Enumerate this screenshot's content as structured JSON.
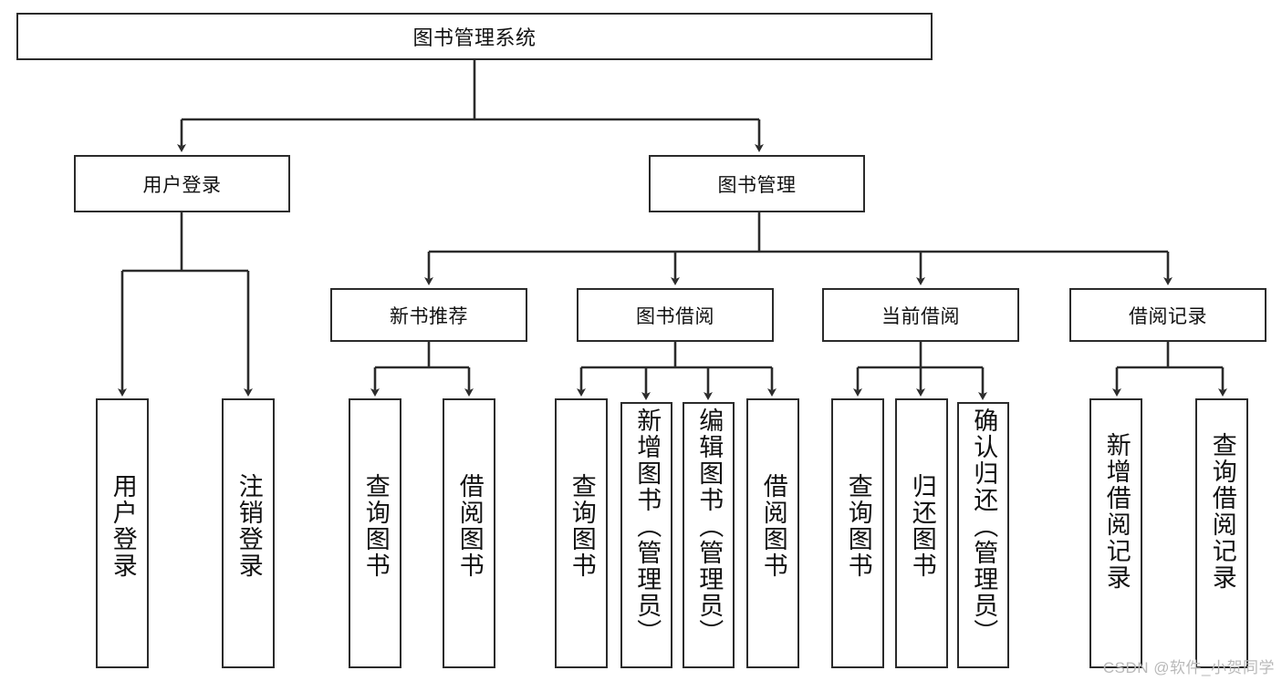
{
  "diagram": {
    "title": "图书管理系统",
    "type": "hierarchy-tree",
    "root": {
      "id": "root",
      "label": "图书管理系统",
      "orientation": "horizontal"
    },
    "level2": [
      {
        "id": "user-login",
        "label": "用户登录",
        "orientation": "horizontal"
      },
      {
        "id": "book-manage",
        "label": "图书管理",
        "orientation": "horizontal"
      }
    ],
    "level3": [
      {
        "id": "new-book-recommend",
        "label": "新书推荐",
        "orientation": "horizontal",
        "parent": "book-manage"
      },
      {
        "id": "book-borrow",
        "label": "图书借阅",
        "orientation": "horizontal",
        "parent": "book-manage"
      },
      {
        "id": "current-borrow",
        "label": "当前借阅",
        "orientation": "horizontal",
        "parent": "book-manage"
      },
      {
        "id": "borrow-record",
        "label": "借阅记录",
        "orientation": "horizontal",
        "parent": "book-manage"
      }
    ],
    "leaves": [
      {
        "id": "leaf-user-login",
        "label": "用户登录",
        "parent": "user-login",
        "orientation": "vertical"
      },
      {
        "id": "leaf-user-logout",
        "label": "注销登录",
        "parent": "user-login",
        "orientation": "vertical"
      },
      {
        "id": "leaf-query-book-1",
        "label": "查询图书",
        "parent": "new-book-recommend",
        "orientation": "vertical"
      },
      {
        "id": "leaf-borrow-book-1",
        "label": "借阅图书",
        "parent": "new-book-recommend",
        "orientation": "vertical"
      },
      {
        "id": "leaf-query-book-2",
        "label": "查询图书",
        "parent": "book-borrow",
        "orientation": "vertical"
      },
      {
        "id": "leaf-add-book",
        "label": "新增图书（管理员）",
        "parent": "book-borrow",
        "orientation": "vertical"
      },
      {
        "id": "leaf-edit-book",
        "label": "编辑图书（管理员）",
        "parent": "book-borrow",
        "orientation": "vertical"
      },
      {
        "id": "leaf-borrow-book-2",
        "label": "借阅图书",
        "parent": "book-borrow",
        "orientation": "vertical"
      },
      {
        "id": "leaf-query-book-3",
        "label": "查询图书",
        "parent": "current-borrow",
        "orientation": "vertical"
      },
      {
        "id": "leaf-return-book",
        "label": "归还图书",
        "parent": "current-borrow",
        "orientation": "vertical"
      },
      {
        "id": "leaf-confirm-return",
        "label": "确认归还（管理员）",
        "parent": "current-borrow",
        "orientation": "vertical"
      },
      {
        "id": "leaf-add-record",
        "label": "新增借阅记录",
        "parent": "borrow-record",
        "orientation": "vertical"
      },
      {
        "id": "leaf-query-record",
        "label": "查询借阅记录",
        "parent": "borrow-record",
        "orientation": "vertical"
      }
    ]
  },
  "watermark": {
    "text": "CSDN @软件_小贺同学"
  },
  "colors": {
    "stroke": "#2b2b2b",
    "fill": "#ffffff",
    "text": "#111111",
    "watermark": "#b9b9b9"
  }
}
